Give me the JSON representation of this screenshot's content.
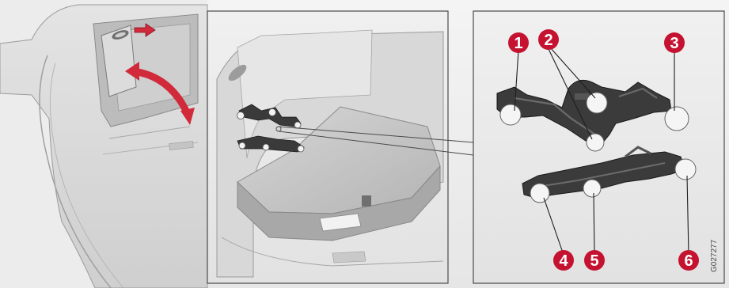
{
  "figure": {
    "code": "G027277",
    "colors": {
      "background": "#ececec",
      "panel_border": "#4a4a4a",
      "line_art": "#7a7a7a",
      "fill_light": "#e0e0e0",
      "fill_mid": "#c8c8c8",
      "fill_dark": "#a9a9a9",
      "holder_dark": "#2c2c2c",
      "holder_mid": "#5e5e5e",
      "bulb": "#f5f5f5",
      "arrow": "#d12a3a",
      "callout": "#c41230",
      "callout_text": "#ffffff"
    },
    "panels": [
      {
        "id": "trunk-exterior-view"
      },
      {
        "id": "trunk-interior-view"
      },
      {
        "id": "bulb-holder-detail"
      }
    ],
    "callouts": [
      {
        "label": "1"
      },
      {
        "label": "2"
      },
      {
        "label": "3"
      },
      {
        "label": "4"
      },
      {
        "label": "5"
      },
      {
        "label": "6"
      }
    ]
  }
}
